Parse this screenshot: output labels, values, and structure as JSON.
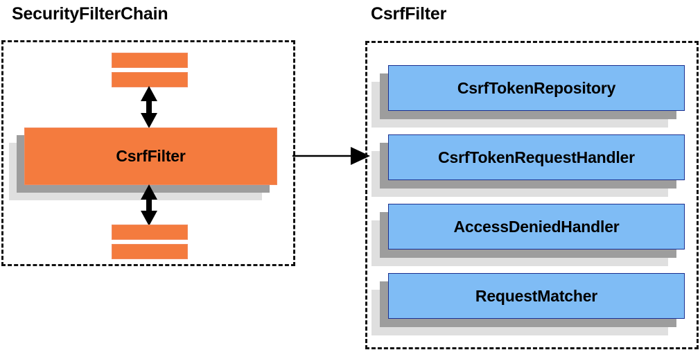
{
  "diagram": {
    "panels": [
      {
        "title": "SecurityFilterChain",
        "main_block": {
          "label": "CsrfFilter",
          "color": "#f47b3e"
        },
        "filter_bars": [
          {
            "name": "filter-bar-above-1"
          },
          {
            "name": "filter-bar-above-2"
          },
          {
            "name": "filter-bar-below-1"
          },
          {
            "name": "filter-bar-below-2"
          }
        ]
      },
      {
        "title": "CsrfFilter",
        "collaborators": [
          {
            "label": "CsrfTokenRepository",
            "color": "#7fbcf5"
          },
          {
            "label": "CsrfTokenRequestHandler",
            "color": "#7fbcf5"
          },
          {
            "label": "AccessDeniedHandler",
            "color": "#7fbcf5"
          },
          {
            "label": "RequestMatcher",
            "color": "#7fbcf5"
          }
        ]
      }
    ],
    "connectors": [
      {
        "name": "chain-to-csrf-arrow",
        "kind": "arrow-right"
      },
      {
        "name": "csrf-up-arrow",
        "kind": "arrow-double-vertical"
      },
      {
        "name": "csrf-down-arrow",
        "kind": "arrow-double-vertical"
      }
    ],
    "colors": {
      "orange": "#f47b3e",
      "orange_border": "#f08a5e",
      "blue": "#7fbcf5",
      "blue_border": "#1b2f8f",
      "shadow_dark": "#9d9d9d",
      "shadow_light": "#dfdfdf",
      "outline": "#111111",
      "background": "#ffffff"
    }
  }
}
